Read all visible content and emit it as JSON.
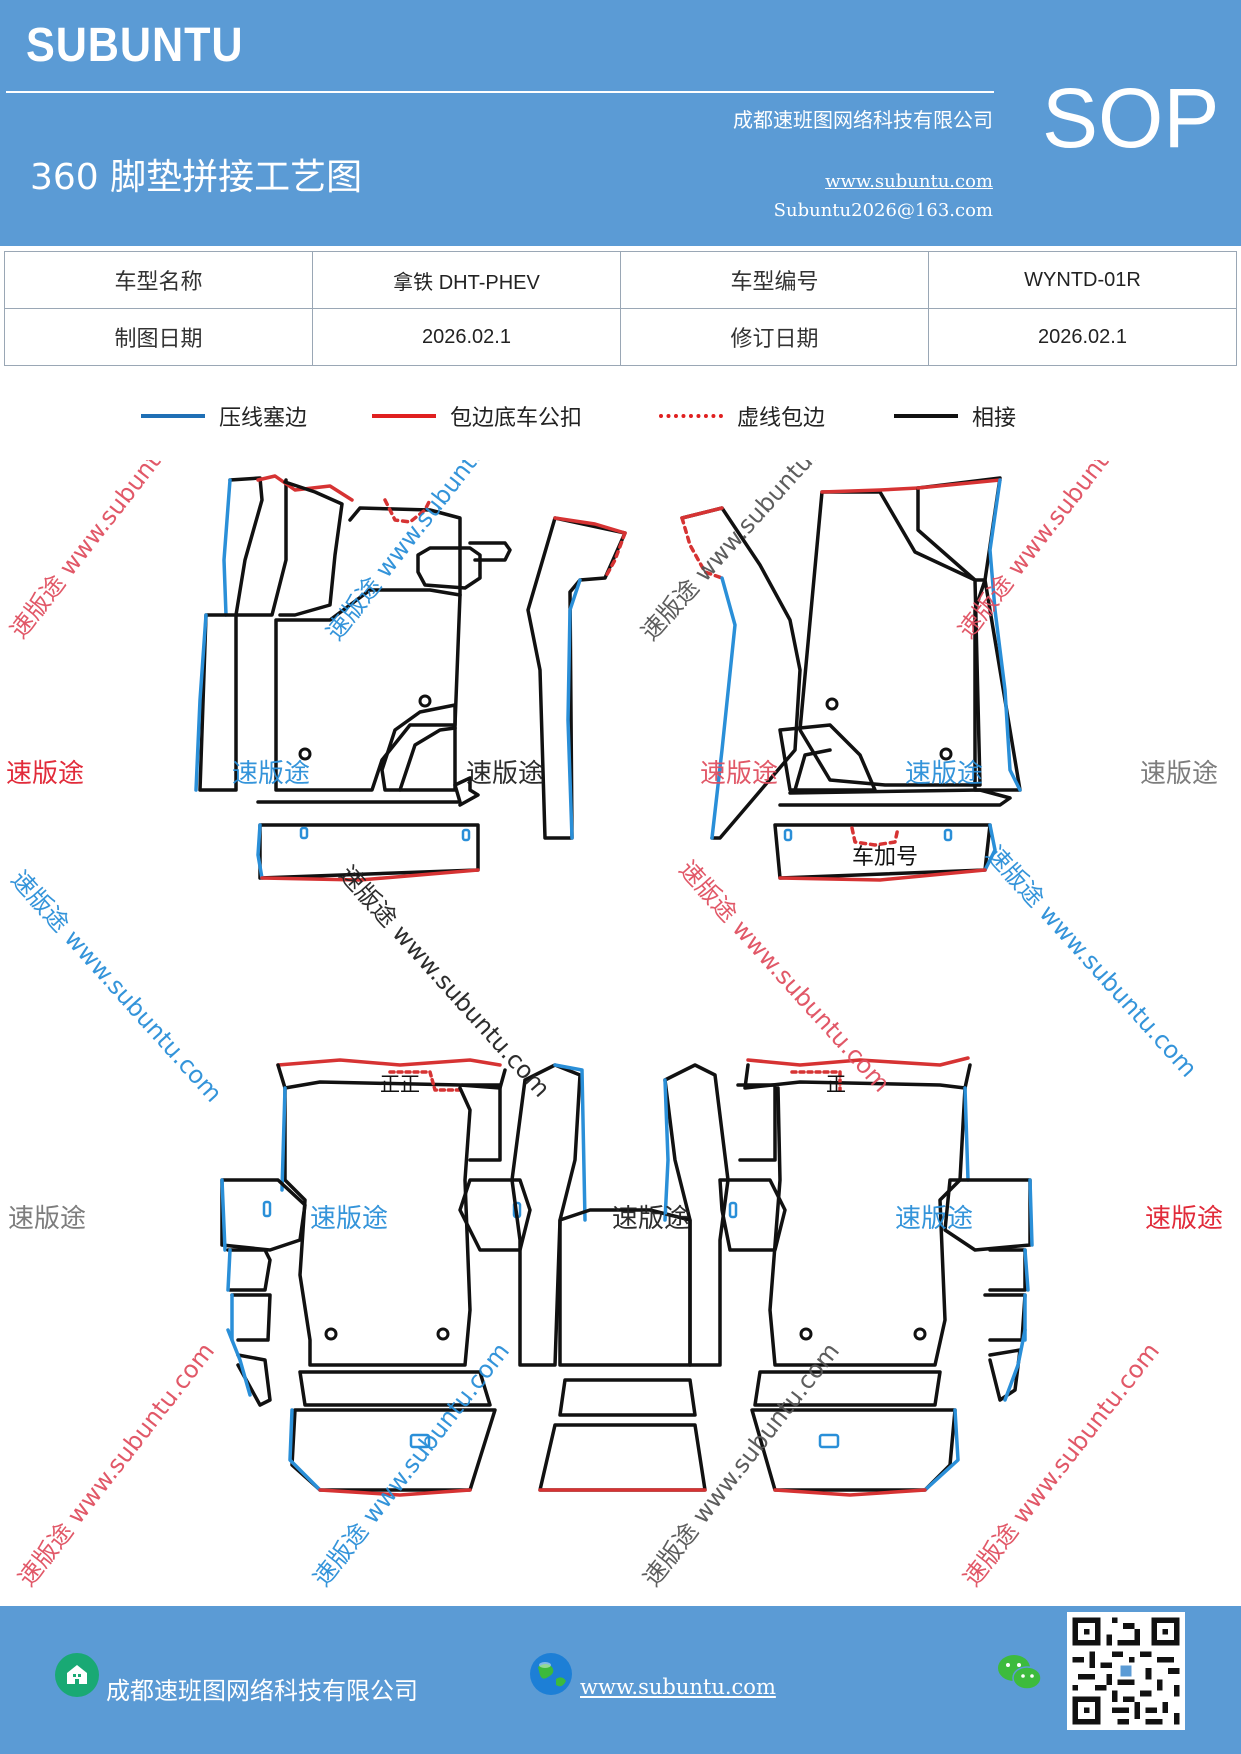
{
  "header": {
    "brand": "SUBUNTU",
    "title": "360 脚垫拼接工艺图",
    "company": "成都速班图网络科技有限公司",
    "website": "www.subuntu.com",
    "email": "Subuntu2026@163.com",
    "badge": "SOP"
  },
  "info_table": {
    "rows": [
      {
        "label1": "车型名称",
        "value1": "拿铁 DHT-PHEV",
        "label2": "车型编号",
        "value2": "WYNTD-01R"
      },
      {
        "label1": "制图日期",
        "value1": "2026.02.1",
        "label2": "修订日期",
        "value2": "2026.02.1"
      }
    ]
  },
  "legend": {
    "items": [
      {
        "label": "压线塞边",
        "color": "#1f6fb5",
        "style": "solid"
      },
      {
        "label": "包边底车公扣",
        "color": "#e02020",
        "style": "solid"
      },
      {
        "label": "虚线包边",
        "color": "#e02020",
        "style": "dotted"
      },
      {
        "label": "相接",
        "color": "#111111",
        "style": "solid"
      }
    ]
  },
  "diagram": {
    "labels": {
      "car_number": "车加号",
      "mark_a": "正正",
      "mark_b": "正"
    },
    "watermark_brand": "速版途",
    "watermark_url": "www.subuntu.com",
    "colors": {
      "blue": "#2a8fd8",
      "red": "#d63333",
      "black": "#111111",
      "gray": "#777777"
    }
  },
  "footer": {
    "company": "成都速班图网络科技有限公司",
    "website": "www.subuntu.com"
  },
  "colors": {
    "header_bg": "#5b9bd5",
    "footer_bg": "#5b9bd5"
  }
}
